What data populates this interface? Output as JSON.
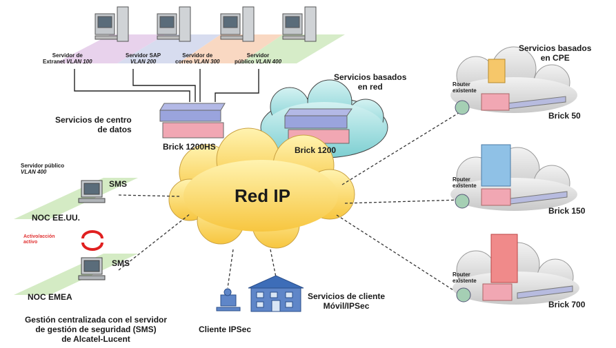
{
  "servers": [
    {
      "line1": "Servidor de",
      "line2a": "Extranet ",
      "vlan": "VLAN 100"
    },
    {
      "line1": "Servidor SAP",
      "line2a": "",
      "vlan": "VLAN 200"
    },
    {
      "line1": "Servidor de",
      "line2a": "correo ",
      "vlan": "VLAN 300"
    },
    {
      "line1": "Servidor",
      "line2a": "público ",
      "vlan": "VLAN 400"
    }
  ],
  "datacenter": {
    "line1": "Servicios de centro",
    "line2": "de datos",
    "device": "Brick 1200HS"
  },
  "network_services": {
    "line1": "Servicios basados",
    "line2": "en red",
    "device": "Brick 1200"
  },
  "core": {
    "label": "Red IP"
  },
  "cpe": {
    "line1": "Servicios basados",
    "line2": "en CPE"
  },
  "sites": [
    {
      "router_line1": "Router",
      "router_line2": "existente",
      "brick": "Brick 50"
    },
    {
      "router_line1": "Router",
      "router_line2": "existente",
      "brick": "Brick 150"
    },
    {
      "router_line1": "Router",
      "router_line2": "existente",
      "brick": "Brick 700"
    }
  ],
  "noc_us": {
    "server_line1": "Servidor público",
    "server_vlan": "VLAN 400",
    "sms": "SMS",
    "label": "NOC EE.UU."
  },
  "redundancy": {
    "line1": "Activo/acción",
    "line2": "activo"
  },
  "noc_emea": {
    "sms": "SMS",
    "label": "NOC EMEA"
  },
  "client": {
    "label": "Cliente IPSec"
  },
  "mobile": {
    "line1": "Servicios de cliente",
    "line2": "Móvil/IPSec"
  },
  "footer": {
    "line1": "Gestión centralizada con el servidor",
    "line2": "de gestión de seguridad (SMS)",
    "line3": "de Alcatel-Lucent"
  }
}
